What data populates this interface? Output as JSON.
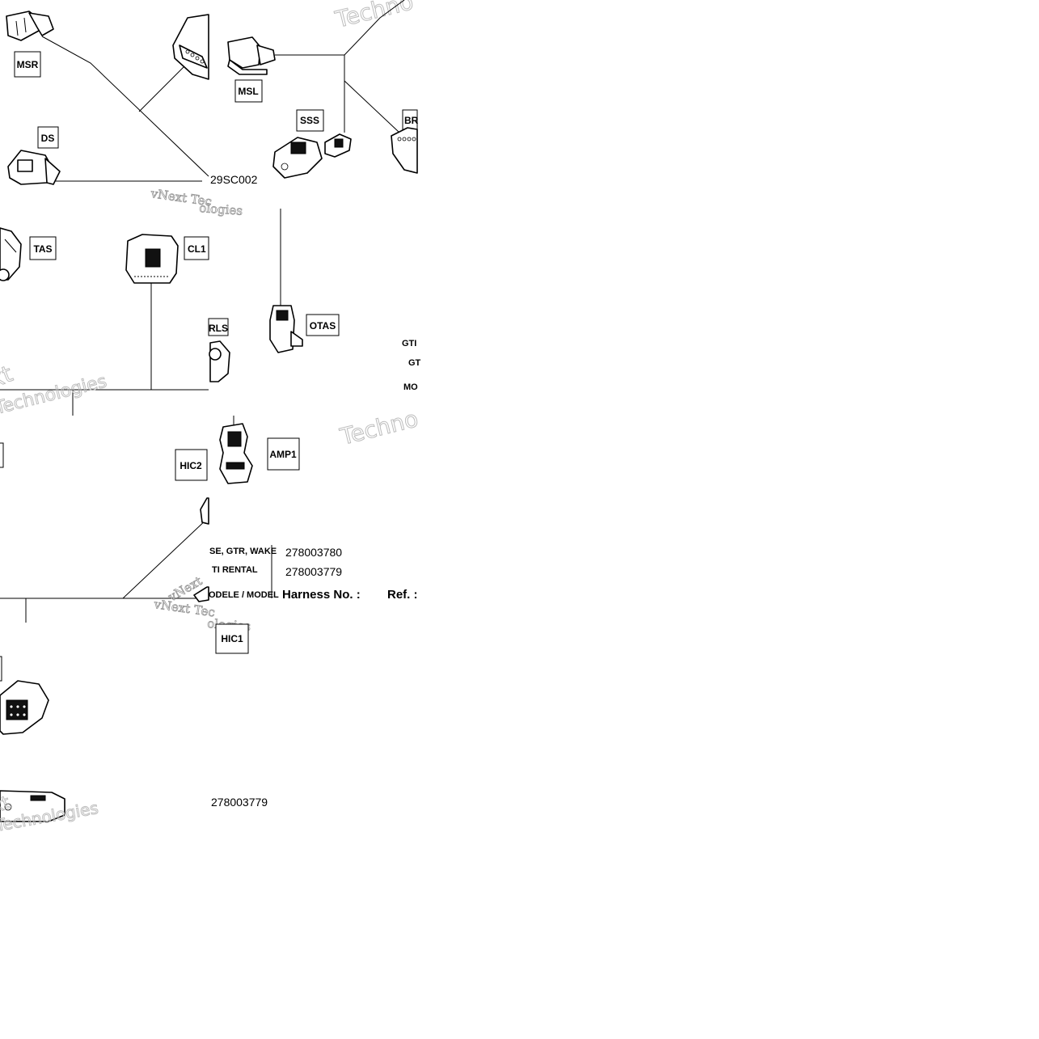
{
  "connectors": {
    "msr": "MSR",
    "ds": "DS",
    "msl": "MSL",
    "sss": "SSS",
    "br": "BR",
    "tas": "TAS",
    "cl1": "CL1",
    "rls": "RLS",
    "otas": "OTAS",
    "amp1": "AMP1",
    "hic2": "HIC2",
    "hic1": "HIC1"
  },
  "diagram_ref": "29SC002",
  "table": {
    "row1_model": "SE, GTR, WAKE",
    "row1_number": "278003780",
    "row2_model": "TI RENTAL",
    "row2_number": "278003779",
    "row3_model": "ODELE / MODEL",
    "harness_label": "Harness No. :",
    "ref_label": "Ref. :"
  },
  "side_labels": {
    "gti": "GTI",
    "gt": "GT",
    "mo": "MO"
  },
  "bottom_number": "278003779",
  "watermarks": {
    "vnext": "vNext",
    "vnext_tec": "vNext Tec",
    "technologies": "Technologies",
    "techno": "Techno",
    "xt": "xt",
    "ologies": "ologies"
  },
  "colors": {
    "line": "#000000",
    "watermark": "#9a9a9a",
    "background": "#ffffff"
  }
}
